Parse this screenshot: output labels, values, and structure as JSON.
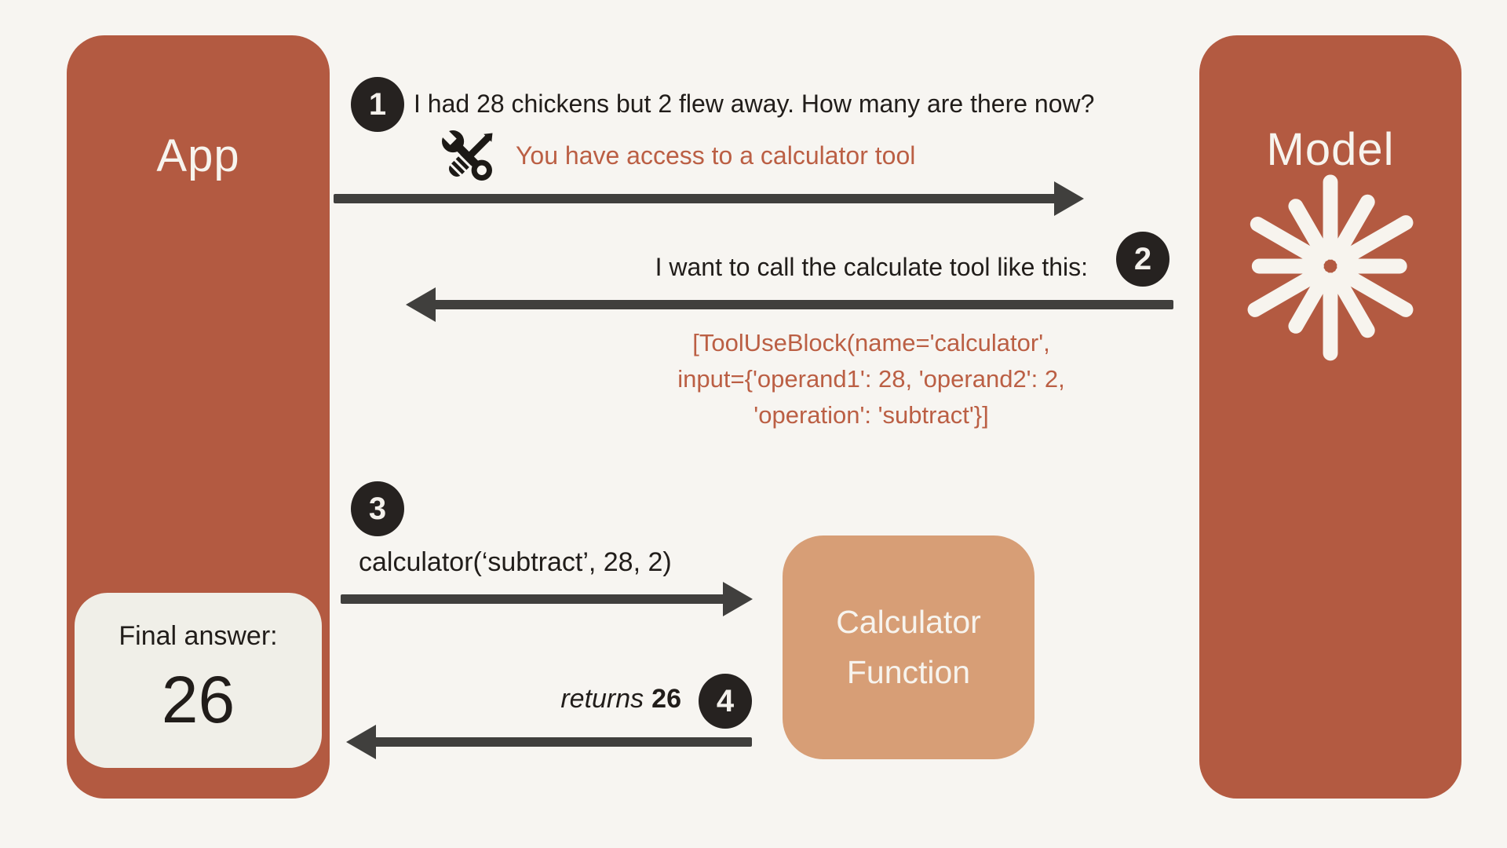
{
  "colors": {
    "terracotta": "#b35a41",
    "tan": "#d79e76",
    "arrow_dark": "#403f3d",
    "badge_black": "#262220",
    "rust_text": "#bb5f44",
    "background": "#f7f5f1",
    "final_card": "#f0efe8"
  },
  "actors": {
    "app": {
      "label": "App"
    },
    "model": {
      "label": "Model",
      "icon": "claude-starburst-icon"
    },
    "calculator": {
      "label": "Calculator Function"
    }
  },
  "final_answer": {
    "label": "Final answer:",
    "value": "26"
  },
  "steps": [
    {
      "num": "1",
      "direction": "app-to-model",
      "message": "I had 28 chickens but 2 flew away. How many are there now?",
      "note": "You have access to a calculator tool",
      "icon": "wrench-screwdriver-icon"
    },
    {
      "num": "2",
      "direction": "model-to-app",
      "message": "I want to call the calculate tool like this:",
      "code_lines": [
        "[ToolUseBlock(name='calculator',",
        "input={'operand1': 28, 'operand2': 2,",
        "'operation': 'subtract'}]"
      ]
    },
    {
      "num": "3",
      "direction": "app-to-calculator",
      "message": "calculator(‘subtract’, 28, 2)"
    },
    {
      "num": "4",
      "direction": "calculator-to-app",
      "message_prefix": "returns",
      "message_value": "26"
    }
  ]
}
